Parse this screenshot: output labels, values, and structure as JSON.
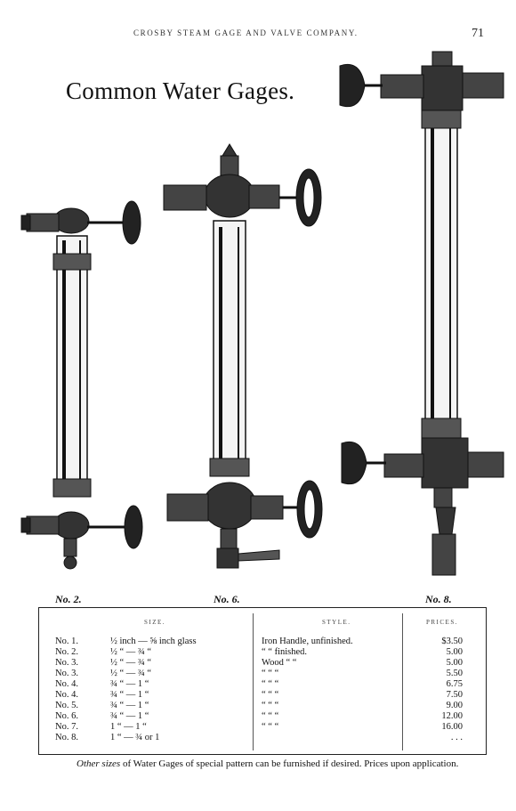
{
  "header": {
    "running_head": "CROSBY STEAM GAGE AND VALVE COMPANY.",
    "page_number": "71"
  },
  "title": "Common Water Gages.",
  "captions": {
    "no2": "No. 2.",
    "no6": "No. 6.",
    "no8": "No. 8."
  },
  "table": {
    "headers": {
      "size": "Size.",
      "style": "Style.",
      "prices": "Prices."
    },
    "rows": [
      {
        "no": "No. 1.",
        "size": "½ inch — ⅝ inch glass",
        "style": "Iron Handle, unfinished.",
        "price": "$3.50"
      },
      {
        "no": "No. 2.",
        "size": "½  “  — ¾  “",
        "style": "  “      “      finished.",
        "price": "5.00"
      },
      {
        "no": "No. 3.",
        "size": "½  “  — ¾  “",
        "style": "Wood      “        “",
        "price": "5.00"
      },
      {
        "no": "No. 3.",
        "size": "½  “  — ¾  “",
        "style": "  “       “        “",
        "price": "5.50"
      },
      {
        "no": "No. 4.",
        "size": "¾  “  — 1  “",
        "style": "  “       “        “",
        "price": "6.75"
      },
      {
        "no": "No. 4.",
        "size": "¾  “  — 1  “",
        "style": "  “       “        “",
        "price": "7.50"
      },
      {
        "no": "No. 5.",
        "size": "¾  “  — 1  “",
        "style": "  “       “        “",
        "price": "9.00"
      },
      {
        "no": "No. 6.",
        "size": "¾  “  — 1  “",
        "style": "  “       “        “",
        "price": "12.00"
      },
      {
        "no": "No. 7.",
        "size": "1  “  — 1  “",
        "style": "  “       “        “",
        "price": "16.00"
      },
      {
        "no": "No. 8.",
        "size": "1  “  — ¾ or 1",
        "style": "",
        "price": ". . ."
      }
    ]
  },
  "footnote": {
    "italic_part": "Other sizes",
    "rest": " of Water Gages of special pattern can be furnished if desired. Prices upon application."
  }
}
